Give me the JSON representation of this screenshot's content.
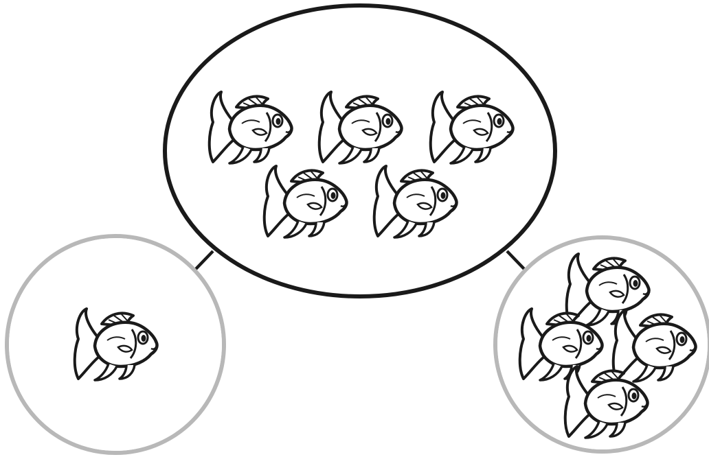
{
  "diagram": {
    "description_free": true,
    "colors": {
      "background": "#ffffff",
      "main_stroke": "#1a1a1a",
      "secondary_ring": "#b8b8b8",
      "fish_fill": "#ffffff"
    },
    "groups": [
      {
        "id": "main-group",
        "shape": "ellipse",
        "fish_count": 5
      },
      {
        "id": "left-group",
        "shape": "circle",
        "fish_count": 1
      },
      {
        "id": "right-group",
        "shape": "circle",
        "fish_count": 4
      }
    ],
    "arrows": [
      {
        "from": "main-group",
        "to": "left-group"
      },
      {
        "from": "main-group",
        "to": "right-group"
      }
    ],
    "icon": "fish-icon"
  }
}
